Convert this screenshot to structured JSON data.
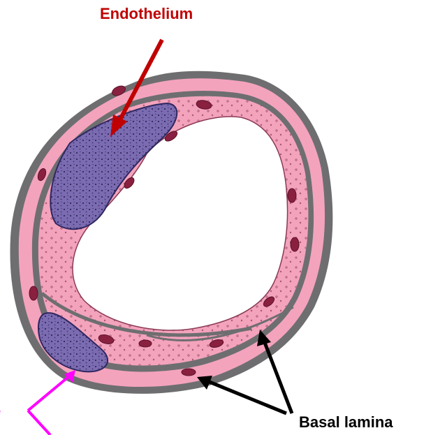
{
  "labels": {
    "endothelium": "Endothelium",
    "basal_lamina": "Basal lamina",
    "pericyte_fragment": "e"
  },
  "colors": {
    "endothelium_label": "#c00000",
    "pericyte_label": "#ff00ff",
    "basal_lamina_label": "#000000",
    "cytoplasm": "#f4a3bd",
    "basal_lamina": "#6e6e70",
    "nucleus": "#7b6bb0",
    "organelle": "#8a2040"
  }
}
